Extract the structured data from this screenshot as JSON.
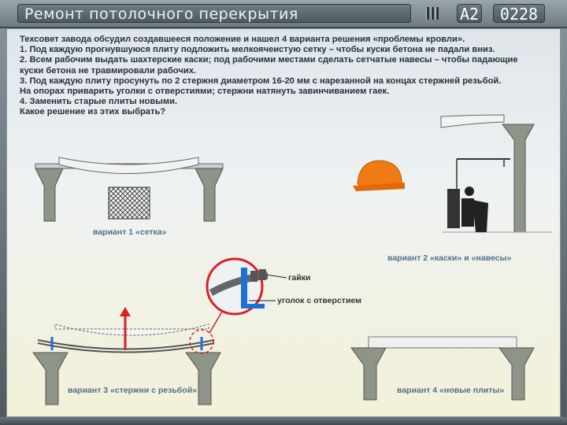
{
  "window": {
    "title": "Ремонт потолочного перекрытия",
    "badge_section": "А2",
    "badge_code": "0228"
  },
  "problem_text": [
    "Техсовет завода обсудил создавшееся положение и нашел 4 варианта решения «проблемы кровли».",
    "1. Под каждую прогнувшуюся плиту подложить мелкоячеистую сетку – чтобы куски бетона не падали вниз.",
    "2. Всем рабочим выдать шахтерские каски; под рабочими местами сделать сетчатые навесы –  чтобы падающие",
    "куски бетона не травмировали рабочих.",
    "3. Под каждую плиту просунуть по 2 стержня диаметром 16-20 мм с нарезанной на концах стержней резьбой.",
    "На опорах приварить уголки с отверстиями; стержни натянуть завинчиванием гаек.",
    "4. Заменить старые плиты новыми.",
    "Какое решение из этих выбрать?"
  ],
  "variants": {
    "v1": "вариант 1 «сетка»",
    "v2": "вариант 2 «каски» и «навесы»",
    "v3": "вариант 3 «стержни с резьбой»",
    "v4": "вариант 4 «новые плиты»"
  },
  "callouts": {
    "nuts": "гайки",
    "angle": "уголок с отверстием"
  },
  "colors": {
    "accent_red": "#d81f26",
    "accent_blue": "#1e6fd6",
    "helmet_orange": "#f07a14",
    "pillar": "#8e9488"
  }
}
